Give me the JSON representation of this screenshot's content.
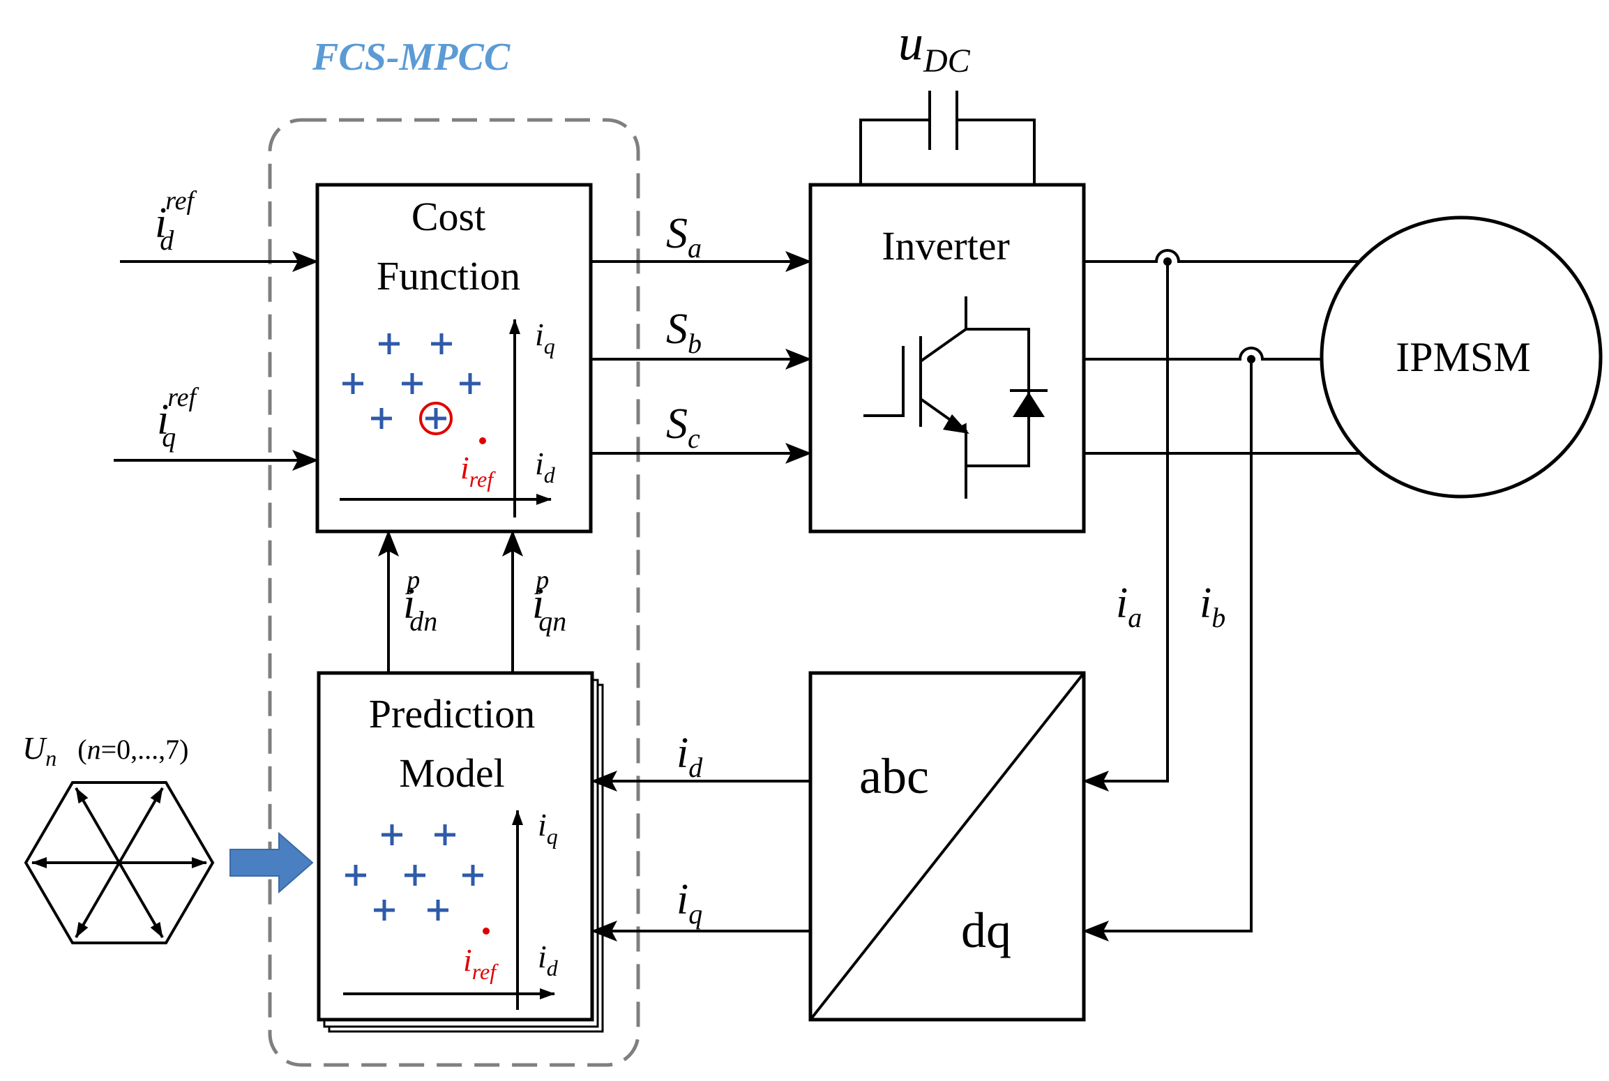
{
  "title": "FCS-MPCC",
  "colors": {
    "title": "#5b9bd5",
    "marker": "#2e5aa8",
    "reference": "#e00000",
    "dashed_box": "#7f7f7f",
    "input_arrow": "#4a7fc1"
  },
  "blocks": {
    "cost_function": {
      "line1": "Cost",
      "line2": "Function"
    },
    "prediction_model": {
      "line1": "Prediction",
      "line2": "Model"
    },
    "inverter": "Inverter",
    "motor": "IPMSM",
    "transform": {
      "top": "abc",
      "bottom": "dq"
    }
  },
  "signals": {
    "current": "i",
    "ref_sup": "ref",
    "d": "d",
    "q": "q",
    "p_sup": "p",
    "dn": "dn",
    "qn": "qn",
    "switch": "S",
    "a": "a",
    "b": "b",
    "c": "c",
    "dc_u": "u",
    "dc_sub": "DC"
  },
  "voltage_vectors": {
    "symbol": "U",
    "sub": "n",
    "range_open": "(",
    "range_var": "n",
    "range_text": "=0,...,7)"
  },
  "icons": [
    "igbt-icon",
    "diode-icon",
    "capacitor-icon",
    "hexagon-vector-icon",
    "block-arrow-icon"
  ]
}
